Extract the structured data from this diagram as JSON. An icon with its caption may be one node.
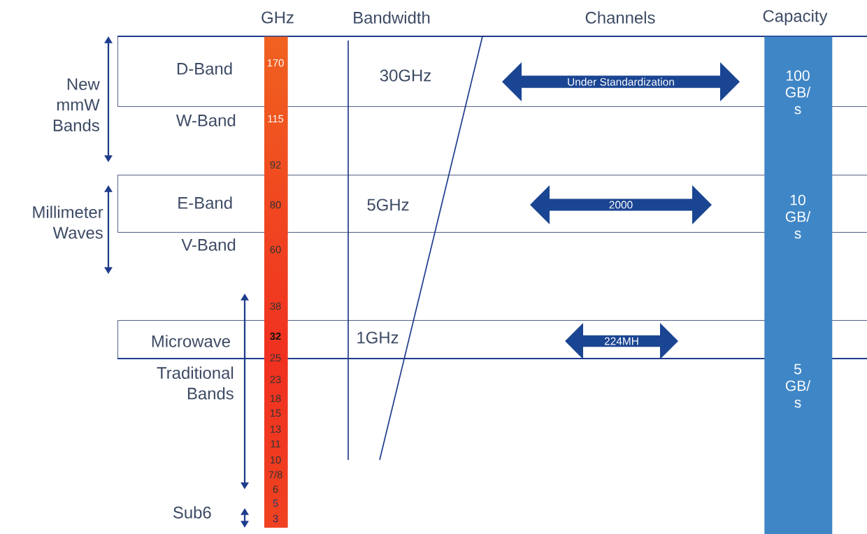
{
  "diagram": {
    "nodes": [
      {
        "text": [
          "D-Band",
          "30GHz"
        ]
      },
      {
        "text": [
          "E-Band",
          "5GHz"
        ]
      },
      {
        "text": [
          "Microwave",
          "1GHz"
        ]
      },
      {
        "text": [
          "Under Standardization"
        ],
        "in": 0
      },
      {
        "text": [
          "2000"
        ],
        "in": 1
      },
      {
        "text": [
          "224MH"
        ],
        "in": 2
      },
      {
        "text": [
          "100 GB/ s",
          "10 GB/ s",
          "5 GB/ s"
        ]
      },
      {
        "text": [
          "170",
          "115",
          "92",
          "80",
          "60",
          "38",
          "32",
          "25",
          "23",
          "18",
          "15",
          "13",
          "11",
          "10",
          "7/8",
          "6",
          "5",
          "3"
        ]
      }
    ],
    "labels": [
      "GHz",
      "Bandwidth",
      "Channels",
      "Capacity",
      "New mmW Bands",
      "W-Band",
      "Millimeter Waves",
      "V-Band",
      "Traditional Bands",
      "Sub6"
    ]
  }
}
